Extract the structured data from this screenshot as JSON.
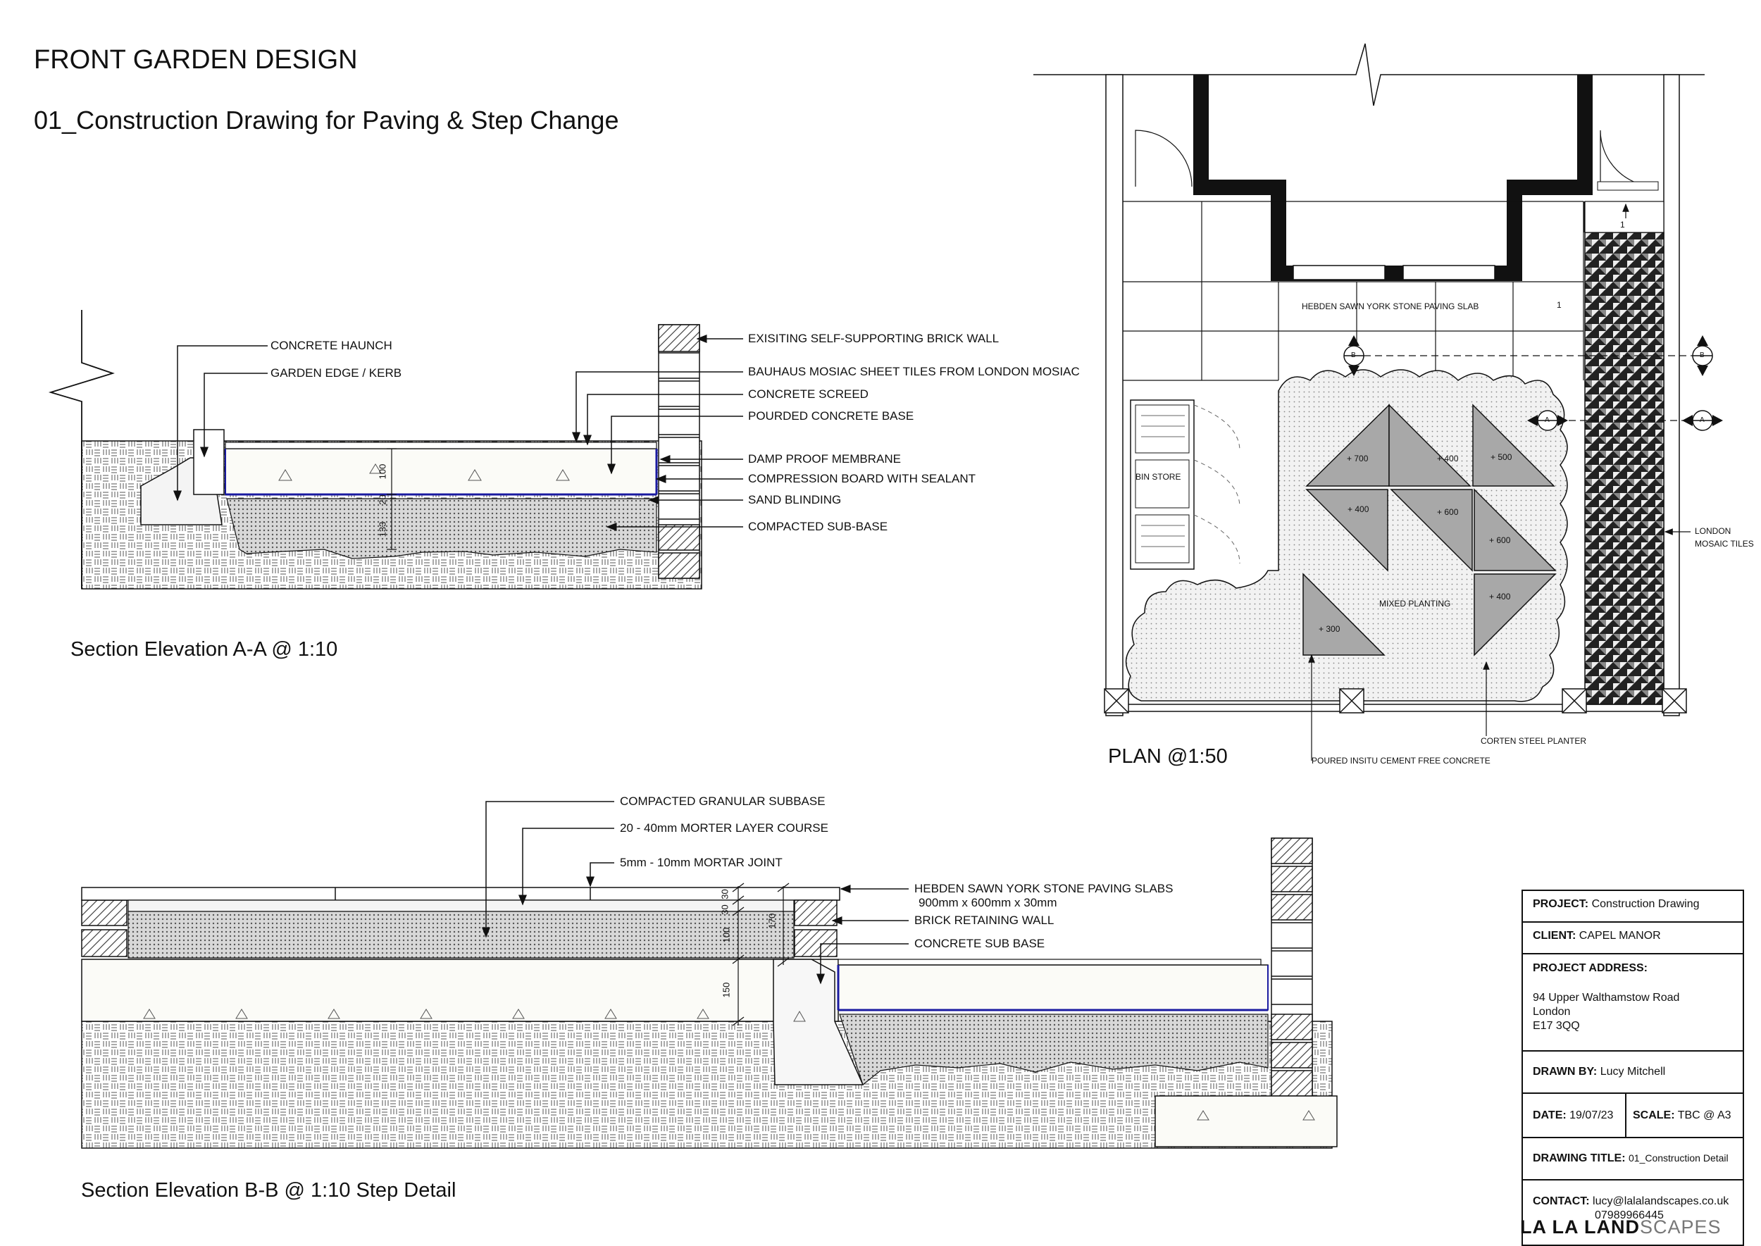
{
  "title": "FRONT GARDEN DESIGN",
  "subtitle": "01_Construction Drawing for Paving & Step Change",
  "section_aa": {
    "caption": "Section Elevation A-A @ 1:10",
    "labels": {
      "concrete_haunch": "CONCRETE HAUNCH",
      "garden_edge": "GARDEN EDGE / KERB",
      "brick_wall": "EXISITING SELF-SUPPORTING BRICK WALL",
      "bauhaus_tiles": "BAUHAUS MOSIAC SHEET TILES FROM LONDON MOSIAC",
      "concrete_screed": "CONCRETE SCREED",
      "concrete_base": "POURDED CONCRETE BASE",
      "damp_proof": "DAMP PROOF MEMBRANE",
      "compression_board": "COMPRESSION BOARD WITH SEALANT",
      "sand_blinding": "SAND BLINDING",
      "sub_base": "COMPACTED SUB-BASE"
    },
    "dims": {
      "d100": "100",
      "d20": "20",
      "d133": "133"
    }
  },
  "plan": {
    "caption": "PLAN @1:50",
    "labels": {
      "paving_slab": "HEBDEN SAWN YORK STONE PAVING SLAB",
      "bin_store": "BIN STORE",
      "mixed_planting": "MIXED PLANTING",
      "london_mosaic_1": "LONDON",
      "london_mosaic_2": "MOSAIC TILES",
      "corten": "CORTEN STEEL PLANTER",
      "poured_concrete": "POURED INSITU CEMENT FREE CONCRETE",
      "mark_1a": "1",
      "mark_1b": "1"
    },
    "heights": {
      "h700": "+ 700",
      "h400a": "+ 400",
      "h500": "+ 500",
      "h400b": "+ 400",
      "h600a": "+ 600",
      "h600b": "+ 600",
      "h400c": "+ 400",
      "h300": "+ 300"
    },
    "markers": {
      "b": "B",
      "a": "A"
    }
  },
  "section_bb": {
    "caption": "Section Elevation B-B @ 1:10  Step Detail",
    "labels": {
      "granular_subbase": "COMPACTED GRANULAR SUBBASE",
      "morter_layer": "20 - 40mm MORTER LAYER COURSE",
      "mortar_joint": "5mm - 10mm MORTAR JOINT",
      "york_slabs": "HEBDEN SAWN YORK STONE PAVING SLABS",
      "york_slabs_size": "900mm x 600mm x 30mm",
      "brick_retaining": "BRICK RETAINING WALL",
      "concrete_sub_base": "CONCRETE SUB BASE"
    },
    "dims": {
      "d30a": "30",
      "d30b": "30",
      "d100": "100",
      "d170": "170",
      "d150": "150"
    }
  },
  "title_block": {
    "project_label": "PROJECT:",
    "project_value": "Construction Drawing",
    "client_label": "CLIENT:",
    "client_value": "CAPEL MANOR",
    "address_label": "PROJECT ADDRESS:",
    "address_line1": "94 Upper Walthamstow Road",
    "address_line2": "London",
    "address_line3": "E17 3QQ",
    "drawn_label": "DRAWN BY:",
    "drawn_value": "Lucy Mitchell",
    "date_label": "DATE:",
    "date_value": "19/07/23",
    "scale_label": "SCALE:",
    "scale_value": "TBC @ A3",
    "drawing_title_label": "DRAWING TITLE:",
    "drawing_title_value": "01_Construction Detail",
    "contact_label": "CONTACT:",
    "contact_email": "lucy@lalalandscapes.co.uk",
    "contact_phone": "07989966445"
  },
  "brand": {
    "heavy": "LA LA LAND",
    "light": "SCAPES"
  }
}
